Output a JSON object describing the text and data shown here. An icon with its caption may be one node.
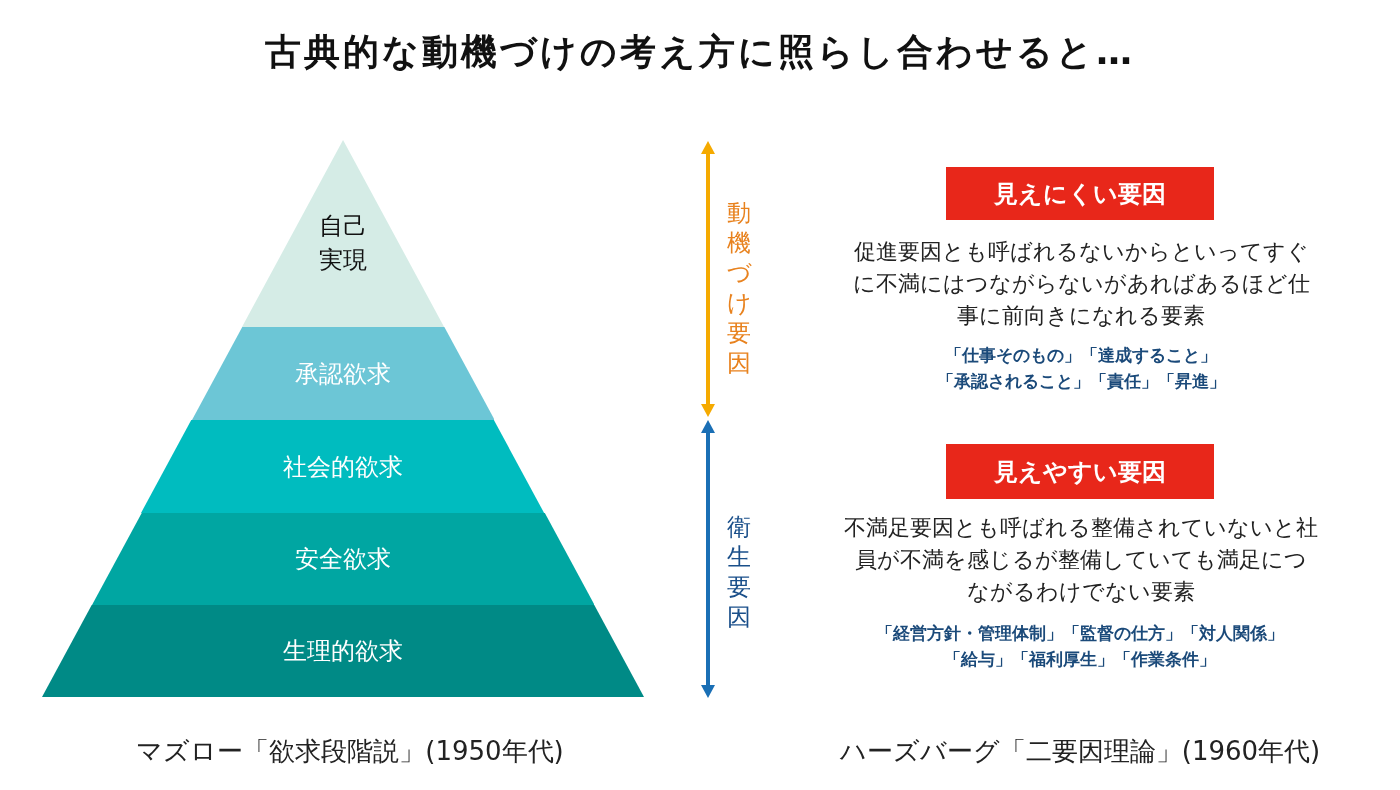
{
  "diagram": {
    "title": "古典的な動機づけの考え方に照らし合わせると…",
    "nodes": [
      {
        "text": [
          "自己実現"
        ]
      },
      {
        "text": [
          "承認欲求"
        ]
      },
      {
        "text": [
          "社会的欲求"
        ]
      },
      {
        "text": [
          "安全欲求"
        ]
      },
      {
        "text": [
          "生理的欲求"
        ]
      },
      {
        "text": [
          "見えにくい要因"
        ]
      },
      {
        "text": [
          "見えやすい要因"
        ]
      }
    ],
    "labels": [
      "動機づけ要因",
      "促進要因とも呼ばれるないからといってすぐに不満にはつながらないがあればあるほど仕事に前向きになれる要素",
      "「仕事そのもの」「達成すること」「承認されること」「責任」「昇進」",
      "衛生要因",
      "不満足要因とも呼ばれる整備されていないと社員が不満を感じるが整備していても満足につながるわけでない要素",
      "「経営方針・管理体制」「監督の仕方」「対人関係」「給与」「福利厚生」「作業条件」",
      "マズロー「欲求段階説」(1950年代)",
      "ハーズバーグ「二要因理論」(1960年代)"
    ]
  }
}
